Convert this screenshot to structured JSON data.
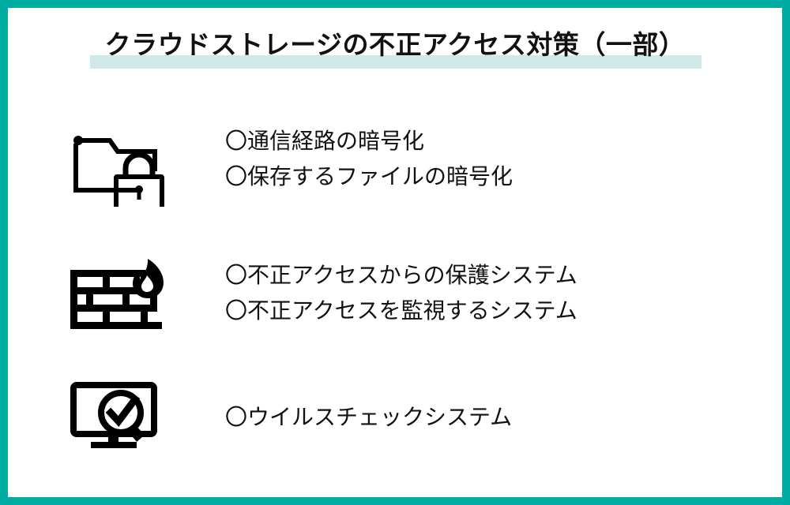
{
  "theme": {
    "border_color": "#00ada4",
    "highlight_color": "#cfe8e8",
    "text_color": "#111111",
    "background_color": "#ffffff"
  },
  "header": {
    "title": "クラウドストレージの不正アクセス対策（一部）"
  },
  "sections": [
    {
      "icon": "folder-lock-icon",
      "lines": [
        "〇通信経路の暗号化",
        "〇保存するファイルの暗号化"
      ]
    },
    {
      "icon": "firewall-icon",
      "lines": [
        "〇不正アクセスからの保護システム",
        "〇不正アクセスを監視するシステム"
      ]
    },
    {
      "icon": "monitor-scan-check-icon",
      "lines": [
        "〇ウイルスチェックシステム"
      ]
    }
  ]
}
